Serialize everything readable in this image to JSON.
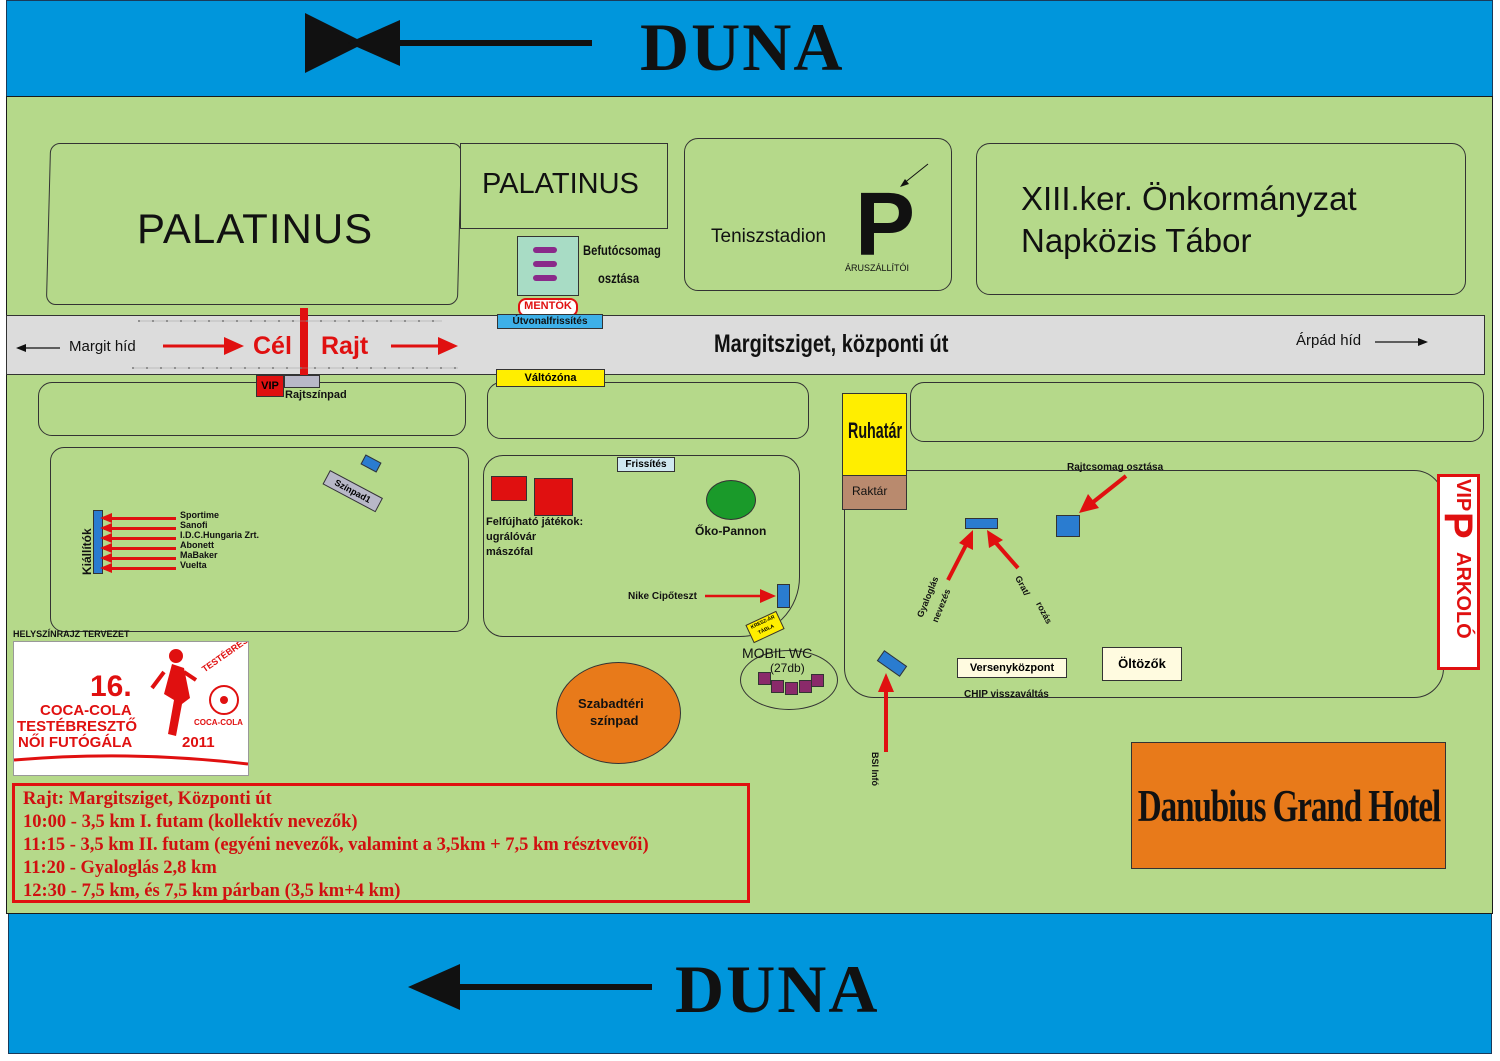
{
  "river": {
    "top_label": "DUNA",
    "bottom_label": "DUNA",
    "color": "#0096dc"
  },
  "park_color": "#b5d98a",
  "road": {
    "name": "Margitsziget, központi út",
    "left_end": "Margit híd",
    "right_end": "Árpád híd",
    "finish": "Cél",
    "start": "Rajt"
  },
  "blocks": {
    "palatinus_big": "PALATINUS",
    "palatinus_small": "PALATINUS",
    "teniszstadion": "Teniszstadion",
    "parking_letter": "P",
    "parking_sub": "ÁRUSZÁLLÍTÓI",
    "onkormanyzat_line1": "XIII.ker. Önkormányzat",
    "onkormanyzat_line2": "Napközis Tábor"
  },
  "labels": {
    "befuto_line1": "Befutócsomag",
    "befuto_line2": "osztása",
    "mentok": "MENTŐK",
    "utvonal": "Útvonalfrissítés",
    "valtozona": "Váltózóna",
    "vip": "VIP",
    "rajtszinpad": "Rajtszínpad",
    "szinpad": "Színpad1",
    "frissites": "Frissítés",
    "felfujhato_line1": "Felfújható játékok:",
    "felfujhato_line2": "ugrálóvár",
    "felfujhato_line3": "mászófal",
    "oko_pannon": "Őko-Pannon",
    "nike": "Nike Cipőteszt",
    "kresz": "KRESZ-ÁR\nTÁBLA",
    "mobil_wc": "MOBIL WC",
    "mobil_wc_count": "(27db)",
    "szabadteri_line1": "Szabadtéri",
    "szabadteri_line2": "színpad",
    "ruhatar": "Ruhatár",
    "raktar": "Raktár",
    "rajtcsomag": "Rajtcsomag osztása",
    "gyaloglas_line1": "Gyaloglás",
    "gyaloglas_line2": "nevezés",
    "gratulazas_line1": "Grat/",
    "gratulazas_line2": "rozás",
    "bsi": "BSI Infó",
    "versenykozpont": "Versenyközpont",
    "oltozok": "Öltözők",
    "chip": "CHIP visszaváltás",
    "kiallitok": "Kiállítók",
    "helyszinrajz": "HELYSZÍNRAJZ TERVEZET",
    "vip_parkolo_a": "VIP",
    "vip_parkolo_b": "ARKOLÓ",
    "vip_parkolo_p": "P"
  },
  "exhibitors": [
    "Sportime",
    "Sanofi",
    "I.D.C.Hungaria Zrt.",
    "Abonett",
    "MaBaker",
    "Vuelta"
  ],
  "logo": {
    "number": "16.",
    "line1": "COCA-COLA",
    "line2": "TESTÉBRESZTŐ",
    "line3": "NŐI FUTÓGÁLA",
    "year": "2011",
    "arc": "TESTÉBRESZTŐ",
    "brand": "COCA-COLA"
  },
  "schedule": [
    "Rajt: Margitsziget, Központi út",
    "10:00 - 3,5 km I. futam (kollektív nevezők)",
    "11:15 - 3,5 km II. futam (egyéni nevezők, valamint a 3,5km + 7,5 km résztvevői)",
    "11:20 - Gyaloglás 2,8 km",
    "12:30 - 7,5 km, és 7,5 km párban (3,5 km+4 km)"
  ],
  "hotel": "Danubius Grand Hotel"
}
